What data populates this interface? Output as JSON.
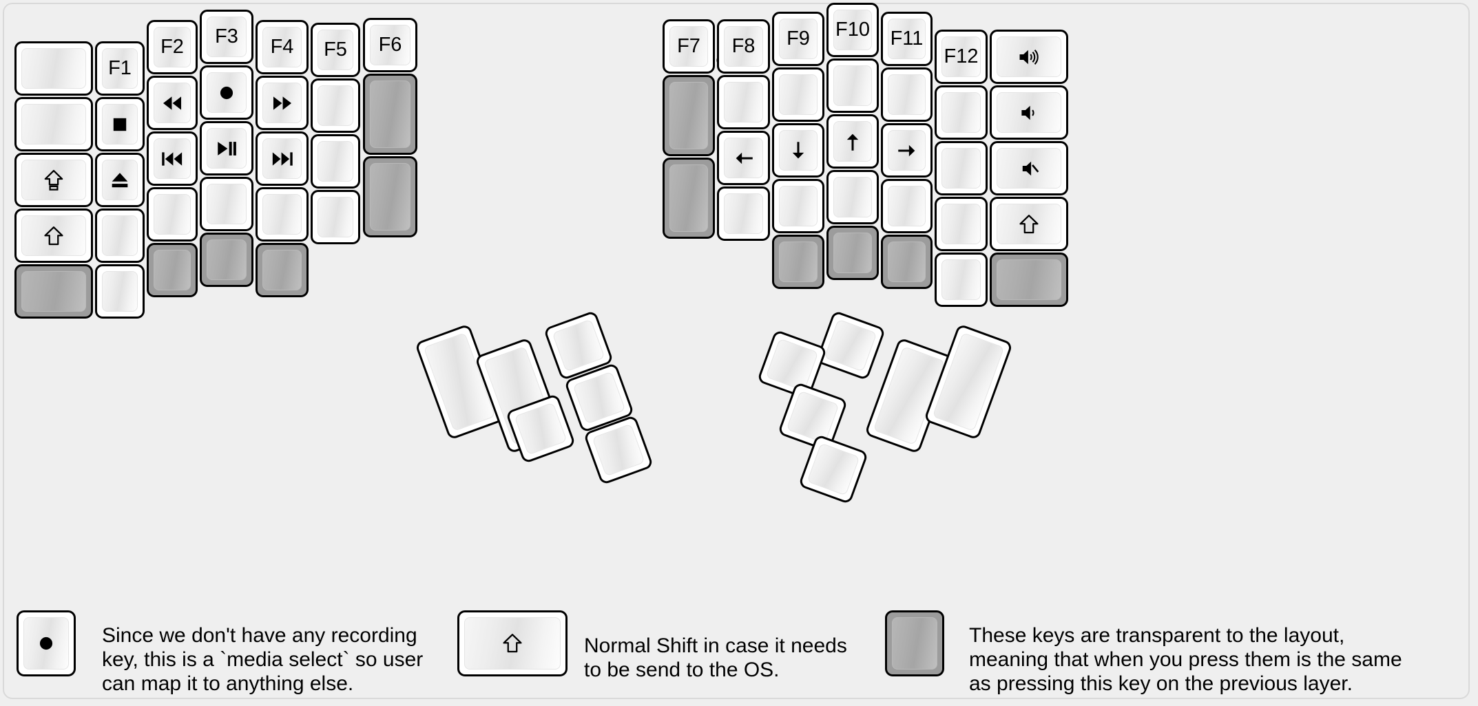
{
  "page": {
    "title": "fn Layer",
    "background_color": "#efefef",
    "frame_border_color": "#d9d9d9",
    "key_border_color": "#000000",
    "key_face_color": "#ffffff",
    "transparent_key_color": "#9c9c9c"
  },
  "keyboard": {
    "name": "split ergonomic keyboard fn layer map",
    "left_half": {
      "columns": [
        {
          "name": "col-outer",
          "keys": [
            {
              "label": "",
              "icon": "",
              "transparent": false
            },
            {
              "label": "",
              "icon": "",
              "transparent": false
            },
            {
              "label": "",
              "icon": "caps-lock-icon",
              "transparent": false
            },
            {
              "label": "",
              "icon": "shift-icon",
              "transparent": false
            },
            {
              "label": "",
              "icon": "",
              "transparent": true
            }
          ]
        },
        {
          "name": "col-f1",
          "keys": [
            {
              "label": "F1",
              "icon": "",
              "transparent": false
            },
            {
              "label": "",
              "icon": "media-stop-icon",
              "transparent": false
            },
            {
              "label": "",
              "icon": "media-eject-icon",
              "transparent": false
            },
            {
              "label": "",
              "icon": "",
              "transparent": false
            },
            {
              "label": "",
              "icon": "",
              "transparent": false
            }
          ]
        },
        {
          "name": "col-f2",
          "keys": [
            {
              "label": "F2",
              "icon": "",
              "transparent": false
            },
            {
              "label": "",
              "icon": "media-rewind-icon",
              "transparent": false
            },
            {
              "label": "",
              "icon": "media-previous-icon",
              "transparent": false
            },
            {
              "label": "",
              "icon": "",
              "transparent": false
            },
            {
              "label": "",
              "icon": "",
              "transparent": true
            }
          ]
        },
        {
          "name": "col-f3",
          "keys": [
            {
              "label": "F3",
              "icon": "",
              "transparent": false
            },
            {
              "label": "",
              "icon": "media-record-icon",
              "transparent": false
            },
            {
              "label": "",
              "icon": "media-play-pause-icon",
              "transparent": false
            },
            {
              "label": "",
              "icon": "",
              "transparent": false
            },
            {
              "label": "",
              "icon": "",
              "transparent": true
            }
          ]
        },
        {
          "name": "col-f4",
          "keys": [
            {
              "label": "F4",
              "icon": "",
              "transparent": false
            },
            {
              "label": "",
              "icon": "media-fast-forward-icon",
              "transparent": false
            },
            {
              "label": "",
              "icon": "media-next-icon",
              "transparent": false
            },
            {
              "label": "",
              "icon": "",
              "transparent": false
            },
            {
              "label": "",
              "icon": "",
              "transparent": true
            }
          ]
        },
        {
          "name": "col-f5",
          "keys": [
            {
              "label": "F5",
              "icon": "",
              "transparent": false
            },
            {
              "label": "",
              "icon": "",
              "transparent": false
            },
            {
              "label": "",
              "icon": "",
              "transparent": false
            },
            {
              "label": "",
              "icon": "",
              "transparent": false
            }
          ]
        },
        {
          "name": "col-f6",
          "keys": [
            {
              "label": "F6",
              "icon": "",
              "transparent": false
            },
            {
              "label": "",
              "icon": "",
              "transparent": true
            },
            {
              "label": "",
              "icon": "",
              "transparent": true
            }
          ]
        }
      ],
      "thumb_cluster": {
        "name": "left-thumb-cluster",
        "rotation_deg": -20,
        "keys": [
          {
            "label": "",
            "icon": "",
            "transparent": false,
            "size": "2u"
          },
          {
            "label": "",
            "icon": "",
            "transparent": false,
            "size": "2u"
          },
          {
            "label": "",
            "icon": "",
            "transparent": false,
            "size": "1u"
          },
          {
            "label": "",
            "icon": "",
            "transparent": false,
            "size": "1u"
          },
          {
            "label": "",
            "icon": "",
            "transparent": false,
            "size": "1u"
          },
          {
            "label": "",
            "icon": "",
            "transparent": false,
            "size": "1u"
          }
        ]
      }
    },
    "right_half": {
      "columns": [
        {
          "name": "col-f7",
          "keys": [
            {
              "label": "F7",
              "icon": "",
              "transparent": false
            },
            {
              "label": "",
              "icon": "",
              "transparent": true
            },
            {
              "label": "",
              "icon": "",
              "transparent": true
            }
          ]
        },
        {
          "name": "col-f8",
          "keys": [
            {
              "label": "F8",
              "icon": "",
              "transparent": false
            },
            {
              "label": "",
              "icon": "",
              "transparent": false
            },
            {
              "label": "",
              "icon": "arrow-left-icon",
              "transparent": false
            },
            {
              "label": "",
              "icon": "",
              "transparent": false
            }
          ]
        },
        {
          "name": "col-f9",
          "keys": [
            {
              "label": "F9",
              "icon": "",
              "transparent": false
            },
            {
              "label": "",
              "icon": "",
              "transparent": false
            },
            {
              "label": "",
              "icon": "arrow-down-icon",
              "transparent": false
            },
            {
              "label": "",
              "icon": "",
              "transparent": false
            },
            {
              "label": "",
              "icon": "",
              "transparent": true
            }
          ]
        },
        {
          "name": "col-f10",
          "keys": [
            {
              "label": "F10",
              "icon": "",
              "transparent": false
            },
            {
              "label": "",
              "icon": "",
              "transparent": false
            },
            {
              "label": "",
              "icon": "arrow-up-icon",
              "transparent": false
            },
            {
              "label": "",
              "icon": "",
              "transparent": false
            },
            {
              "label": "",
              "icon": "",
              "transparent": true
            }
          ]
        },
        {
          "name": "col-f11",
          "keys": [
            {
              "label": "F11",
              "icon": "",
              "transparent": false
            },
            {
              "label": "",
              "icon": "",
              "transparent": false
            },
            {
              "label": "",
              "icon": "arrow-right-icon",
              "transparent": false
            },
            {
              "label": "",
              "icon": "",
              "transparent": false
            },
            {
              "label": "",
              "icon": "",
              "transparent": true
            }
          ]
        },
        {
          "name": "col-f12",
          "keys": [
            {
              "label": "F12",
              "icon": "",
              "transparent": false
            },
            {
              "label": "",
              "icon": "",
              "transparent": false
            },
            {
              "label": "",
              "icon": "",
              "transparent": false
            },
            {
              "label": "",
              "icon": "",
              "transparent": false
            },
            {
              "label": "",
              "icon": "",
              "transparent": false
            }
          ]
        },
        {
          "name": "col-outer-right",
          "keys": [
            {
              "label": "",
              "icon": "volume-up-icon",
              "transparent": false
            },
            {
              "label": "",
              "icon": "volume-down-icon",
              "transparent": false
            },
            {
              "label": "",
              "icon": "volume-mute-icon",
              "transparent": false
            },
            {
              "label": "",
              "icon": "shift-icon",
              "transparent": false
            },
            {
              "label": "",
              "icon": "",
              "transparent": true
            }
          ]
        }
      ],
      "thumb_cluster": {
        "name": "right-thumb-cluster",
        "rotation_deg": 20,
        "keys": [
          {
            "label": "",
            "icon": "",
            "transparent": false,
            "size": "1u"
          },
          {
            "label": "",
            "icon": "",
            "transparent": false,
            "size": "1u"
          },
          {
            "label": "",
            "icon": "",
            "transparent": false,
            "size": "1u"
          },
          {
            "label": "",
            "icon": "",
            "transparent": false,
            "size": "1u"
          },
          {
            "label": "",
            "icon": "",
            "transparent": false,
            "size": "2u"
          },
          {
            "label": "",
            "icon": "",
            "transparent": false,
            "size": "2u"
          }
        ]
      }
    }
  },
  "legend": [
    {
      "name": "legend-media-select",
      "key_icon": "media-record-icon",
      "key_transparent": false,
      "text": "Since we don't have any recording\nkey, this is a `media select` so user\ncan map it to anything else."
    },
    {
      "name": "legend-normal-shift",
      "key_icon": "shift-icon",
      "key_transparent": false,
      "text": "Normal Shift in case it needs\nto be send to the OS."
    },
    {
      "name": "legend-transparent-keys",
      "key_icon": "",
      "key_transparent": true,
      "text": "These keys are transparent to the layout,\nmeaning that when you press them is the same\nas pressing this key on the previous layer."
    }
  ]
}
